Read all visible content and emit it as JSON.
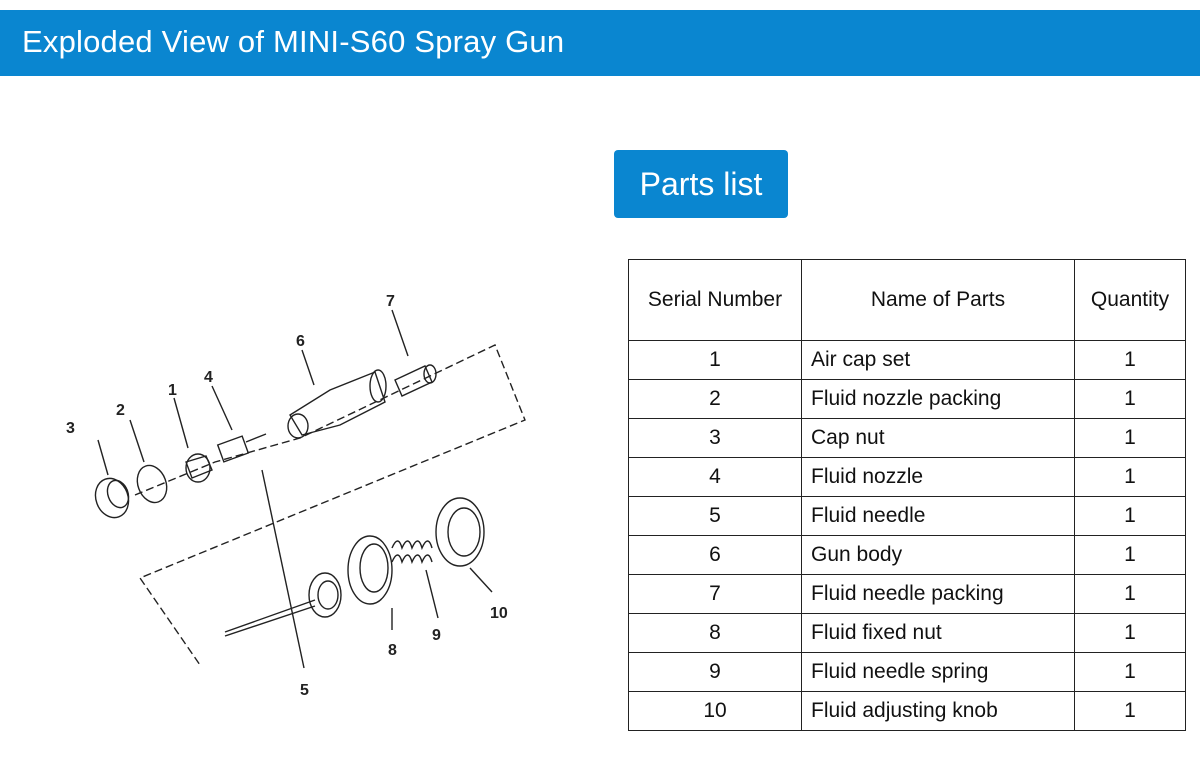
{
  "header": {
    "title": "Exploded View of MINI-S60 Spray Gun"
  },
  "badge": {
    "label": "Parts list"
  },
  "diagram": {
    "callouts": [
      "1",
      "2",
      "3",
      "4",
      "5",
      "6",
      "7",
      "8",
      "9",
      "10"
    ]
  },
  "table": {
    "headers": [
      "Serial Number",
      "Name of Parts",
      "Quantity"
    ],
    "rows": [
      {
        "no": "1",
        "name": "Air cap set",
        "qty": "1"
      },
      {
        "no": "2",
        "name": "Fluid nozzle packing",
        "qty": "1"
      },
      {
        "no": "3",
        "name": "Cap nut",
        "qty": "1"
      },
      {
        "no": "4",
        "name": "Fluid nozzle",
        "qty": "1"
      },
      {
        "no": "5",
        "name": "Fluid needle",
        "qty": "1"
      },
      {
        "no": "6",
        "name": "Gun body",
        "qty": "1"
      },
      {
        "no": "7",
        "name": "Fluid needle packing",
        "qty": "1"
      },
      {
        "no": "8",
        "name": "Fluid fixed nut",
        "qty": "1"
      },
      {
        "no": "9",
        "name": "Fluid needle spring",
        "qty": "1"
      },
      {
        "no": "10",
        "name": "Fluid adjusting knob",
        "qty": "1"
      }
    ]
  },
  "colors": {
    "accent": "#0a86d0"
  }
}
